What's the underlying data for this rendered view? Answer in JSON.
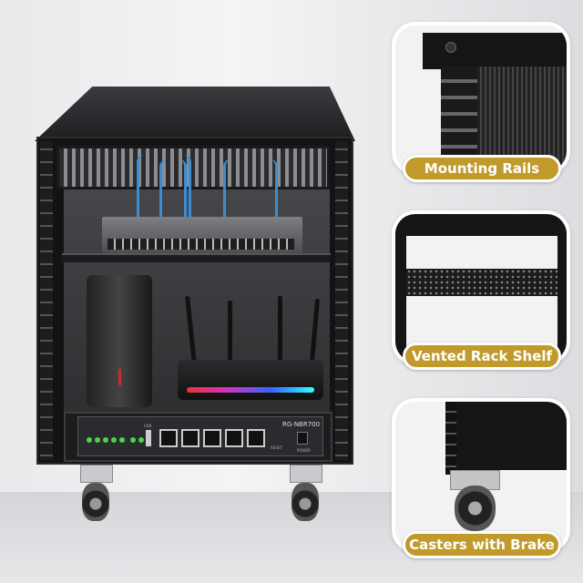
{
  "product": {
    "gateway_model": "RG-NBR700",
    "gateway_port_labels": [
      "USB",
      "RESET",
      "POWER"
    ]
  },
  "features": [
    {
      "label": "Mounting Rails",
      "icon": "mounting-rail-closeup"
    },
    {
      "label": "Vented Rack Shelf",
      "icon": "vented-shelf-closeup"
    },
    {
      "label": "Casters with Brake",
      "icon": "caster-closeup"
    }
  ],
  "colors": {
    "label_background": "#c09a2b",
    "label_text": "#ffffff",
    "rack": "#121314",
    "router_glow": "#e33333"
  }
}
